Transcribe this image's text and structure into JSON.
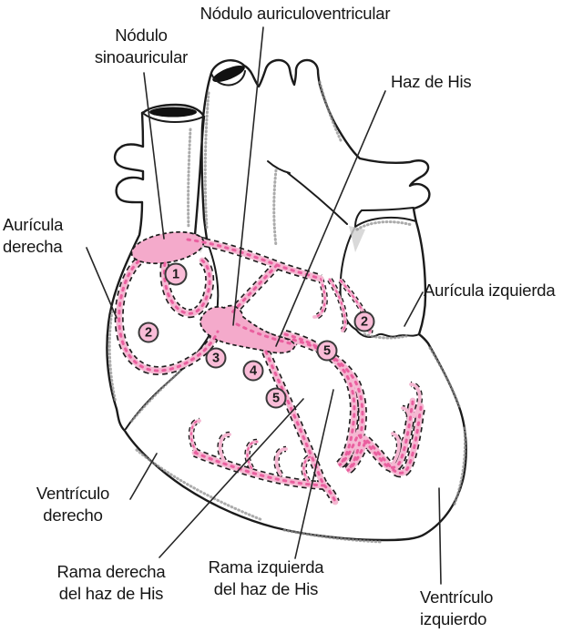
{
  "labels": {
    "av_node": "Nódulo auriculoventricular",
    "sa_node": "Nódulo\nsinoauricular",
    "his_bundle": "Haz de His",
    "right_atrium": "Aurícula\nderecha",
    "left_atrium": "Aurícula izquierda",
    "right_ventricle": "Ventrículo\nderecho",
    "right_branch": "Rama derecha\ndel haz de His",
    "left_branch": "Rama izquierda\ndel haz de His",
    "left_ventricle": "Ventrículo\nizquierdo"
  },
  "markers": {
    "m1": "1",
    "m2_left": "2",
    "m2_right": "2",
    "m3": "3",
    "m4": "4",
    "m5_mid": "5",
    "m5_right": "5"
  },
  "palette": {
    "pathway_pink": "#f5b8d2",
    "pathway_dots": "#ea5f9f",
    "node_fill": "#f4aacb",
    "line_black": "#1b1b1b"
  }
}
